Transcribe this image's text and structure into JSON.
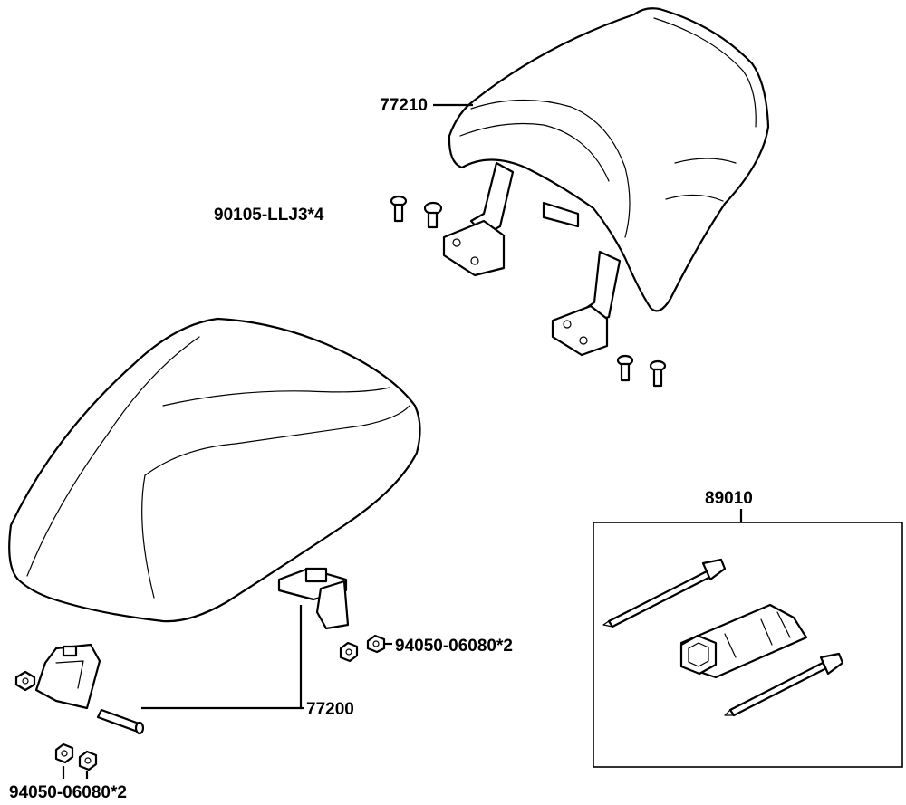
{
  "callouts": {
    "rear_cushion": "77210",
    "rear_screws": "90105-LLJ3*4",
    "seat_assy": "77200",
    "nut_right": "94050-06080*2",
    "nut_bottom": "94050-06080*2",
    "tool_kit": "89010"
  }
}
